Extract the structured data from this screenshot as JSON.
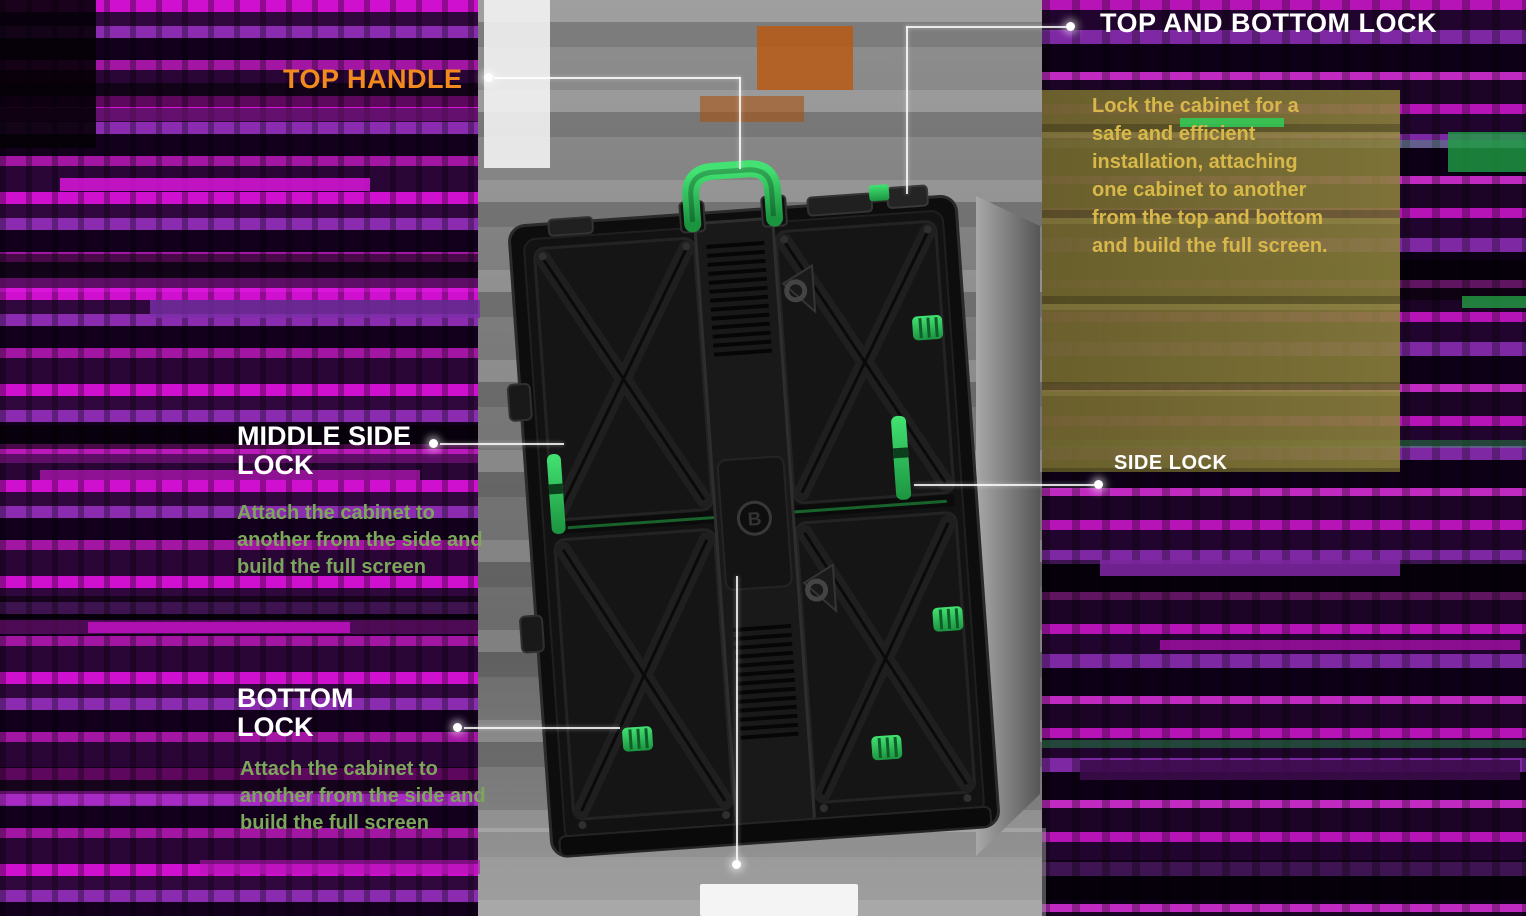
{
  "colors": {
    "accent_green": "#2EC152",
    "label_orange": "#F28A1E",
    "heading_white": "#FFFFFF",
    "paragraph_gold": "#D9B84A",
    "body_green": "#7CA65B"
  },
  "callouts": {
    "top_handle": {
      "label": "TOP HANDLE"
    },
    "top_and_bottom_lock": {
      "heading": "TOP AND BOTTOM LOCK",
      "body": "Lock the cabinet for a safe and efficient installation, attaching one cabinet to another from the top and bottom and build the full screen."
    },
    "middle_side_lock": {
      "heading_line1": "MIDDLE SIDE",
      "heading_line2": "LOCK",
      "body": "Attach the cabinet to another from the side and build the full screen"
    },
    "bottom_lock": {
      "heading_line1": "BOTTOM",
      "heading_line2": "LOCK",
      "body": "Attach the cabinet to another from the side and build the full screen"
    },
    "side_lock_right": {
      "label": "SIDE LOCK"
    }
  }
}
